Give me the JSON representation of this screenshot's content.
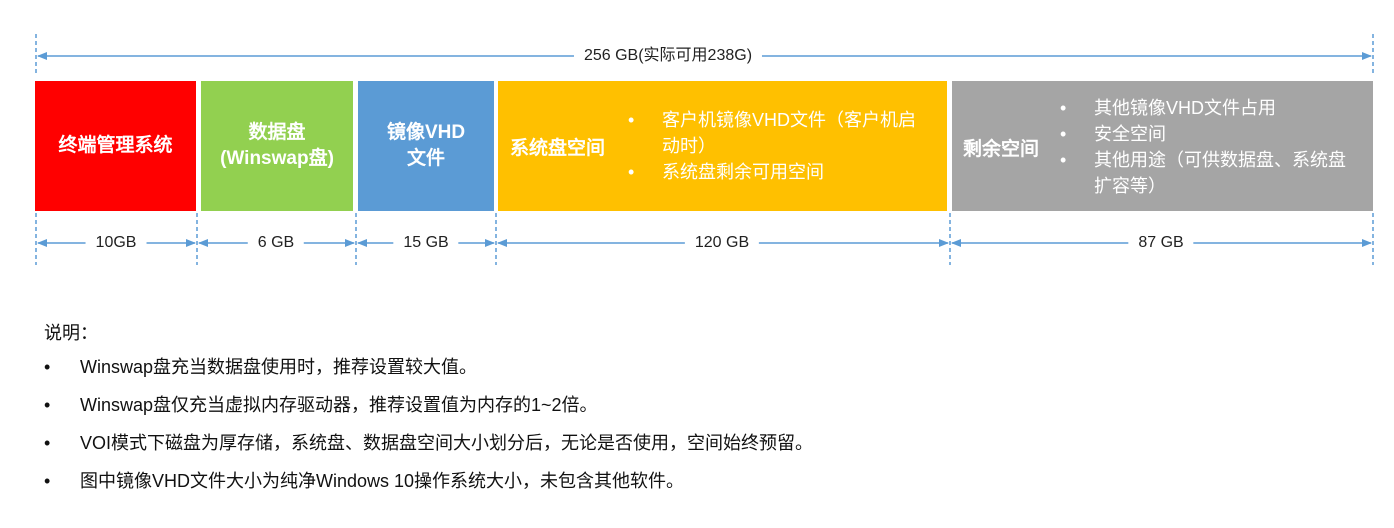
{
  "total": {
    "label": "256 GB(实际可用238G)"
  },
  "segments": [
    {
      "id": "terminal",
      "title": "终端管理系统",
      "size": "10GB",
      "color": "#FF0000"
    },
    {
      "id": "datadisk",
      "title_line1": "数据盘",
      "title_line2": "(Winswap盘)",
      "size": "6 GB",
      "color": "#92D050"
    },
    {
      "id": "image",
      "title_line1": "镜像VHD",
      "title_line2": "文件",
      "size": "15 GB",
      "color": "#5B9BD5"
    },
    {
      "id": "system",
      "title": "系统盘空间",
      "bullets": [
        "客户机镜像VHD文件（客户机启动时）",
        "系统盘剩余可用空间"
      ],
      "size": "120 GB",
      "color": "#FFC000"
    },
    {
      "id": "remaining",
      "title": "剩余空间",
      "bullets": [
        "其他镜像VHD文件占用",
        "安全空间",
        "其他用途（可供数据盘、系统盘扩容等）"
      ],
      "size": "87 GB",
      "color": "#A5A5A5"
    }
  ],
  "notes": {
    "title": "说明：",
    "items": [
      "Winswap盘充当数据盘使用时，推荐设置较大值。",
      "Winswap盘仅充当虚拟内存驱动器，推荐设置值为内存的1~2倍。",
      "VOI模式下磁盘为厚存储，系统盘、数据盘空间大小划分后，无论是否使用，空间始终预留。",
      "图中镜像VHD文件大小为纯净Windows 10操作系统大小，未包含其他软件。"
    ]
  },
  "colors": {
    "dimension_line": "#5B9BD5"
  }
}
